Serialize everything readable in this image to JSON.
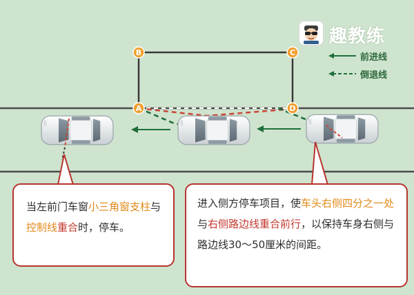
{
  "logo": {
    "text": "趣教练",
    "icon": "driver-sunglasses-icon"
  },
  "legend": {
    "forward": "前进线",
    "reverse": "倒退线"
  },
  "points": {
    "a": "A",
    "b": "B",
    "c": "C",
    "d": "D"
  },
  "callout_left": {
    "t1": "当左前门车窗",
    "t2": "小三角",
    "t3": "窗支柱",
    "t4": "与",
    "t5": "控制线",
    "t6": "重合",
    "t7": "时，停车。"
  },
  "callout_right": {
    "t1": "进入侧方停车项目，使",
    "t2": "车头右侧四分之一处",
    "t3": "与",
    "t4": "右侧路边线重合前行",
    "t5": "，以保持车身右侧与路边线30～50厘米的间距。"
  },
  "colors": {
    "background": "#cfe4cf",
    "road_line": "#4a4a4a",
    "point": "#f0a030",
    "forward_line": "#1f6e3a",
    "reverse_line": "#c94838",
    "highlight_orange": "#e08a1a",
    "highlight_red": "#c2392f",
    "callout_border": "#b7332e"
  }
}
